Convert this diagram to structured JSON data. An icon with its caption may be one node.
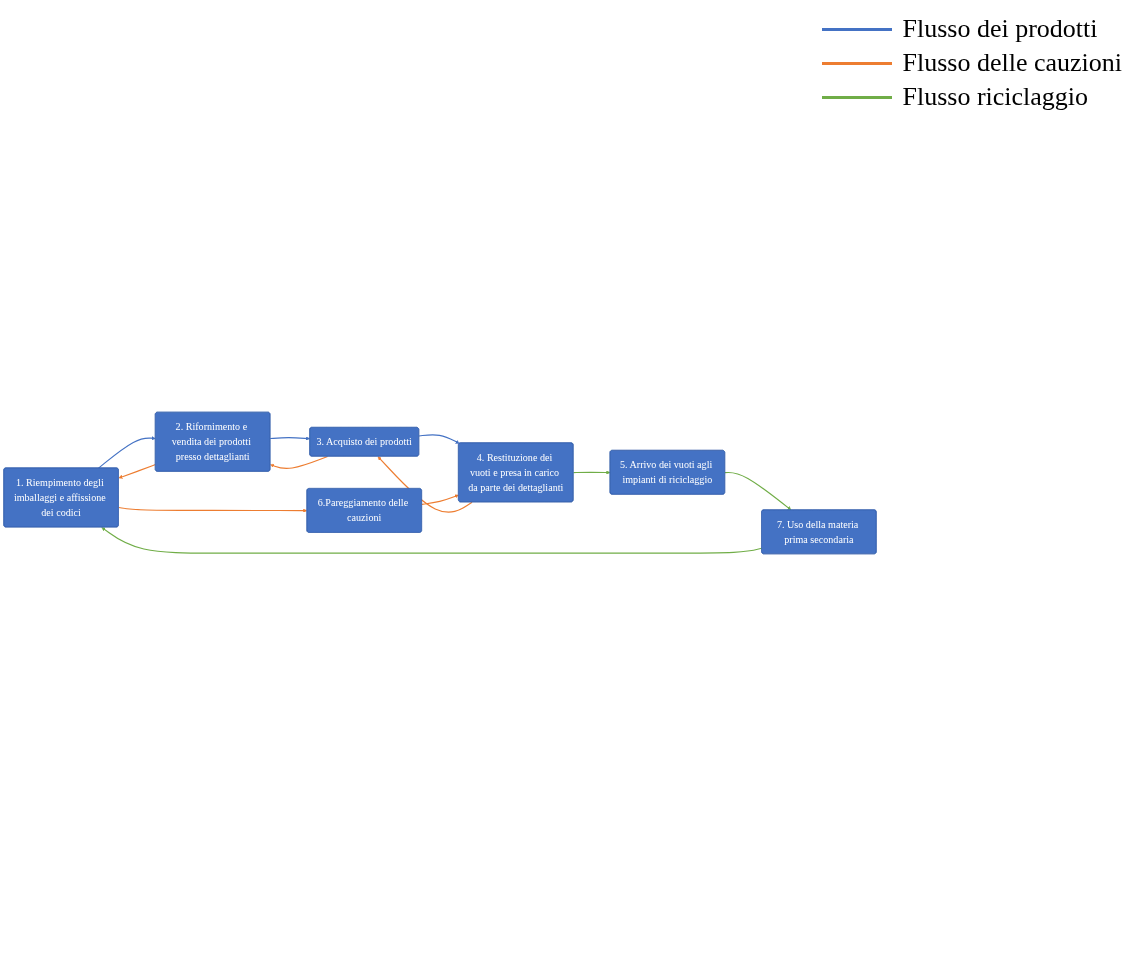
{
  "diagram": {
    "nodes": [
      {
        "text": [
          "1. Riempimento degli imballaggi e affissione dei codici"
        ]
      },
      {
        "text": [
          "2. Rifornimento e vendita dei prodotti presso dettaglianti"
        ]
      },
      {
        "text": [
          "3. Acquisto dei prodotti"
        ]
      },
      {
        "text": [
          "4. Restituzione dei vuoti e presa in carico da parte dei dettaglianti"
        ]
      },
      {
        "text": [
          "5. Arrivo dei vuoti agli impianti di riciclaggio"
        ]
      },
      {
        "text": [
          "6.Pareggiamento delle cauzioni"
        ]
      },
      {
        "text": [
          "7. Uso della materia prima secondaria"
        ]
      }
    ],
    "edges": [
      {
        "from": 0,
        "to": 1,
        "arrow": "to",
        "color": "#4472c4"
      },
      {
        "from": 1,
        "to": 0,
        "arrow": "to",
        "color": "#ed7d31"
      },
      {
        "from": 1,
        "to": 2,
        "arrow": "to",
        "color": "#4472c4"
      },
      {
        "from": 2,
        "to": 1,
        "arrow": "to",
        "color": "#ed7d31"
      },
      {
        "from": 2,
        "to": 3,
        "arrow": "to",
        "color": "#4472c4"
      },
      {
        "from": 3,
        "to": 2,
        "arrow": "to",
        "color": "#ed7d31"
      },
      {
        "from": 3,
        "to": 4,
        "arrow": "to",
        "color": "#70ad47"
      },
      {
        "from": 4,
        "to": 6,
        "arrow": "to",
        "color": "#70ad47"
      },
      {
        "from": 6,
        "to": 0,
        "arrow": "to",
        "color": "#70ad47"
      },
      {
        "from": 0,
        "to": 5,
        "arrow": "to",
        "color": "#ed7d31"
      },
      {
        "from": 5,
        "to": 3,
        "arrow": "to",
        "color": "#ed7d31"
      }
    ],
    "legend": [
      {
        "text": "Flusso dei prodotti",
        "color": "#4472c4"
      },
      {
        "text": "Flusso delle cauzioni",
        "color": "#ed7d31"
      },
      {
        "text": "Flusso riciclaggio",
        "color": "#70ad47"
      }
    ]
  }
}
